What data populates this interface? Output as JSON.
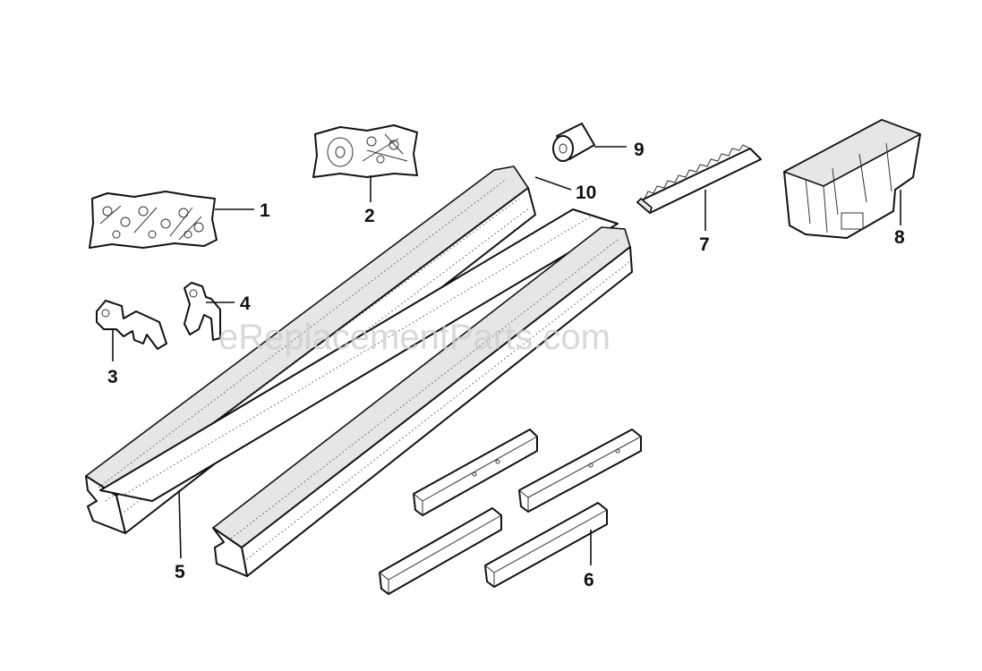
{
  "diagram": {
    "watermark": "eReplacementParts.com",
    "callouts": [
      "1",
      "2",
      "3",
      "4",
      "5",
      "6",
      "7",
      "8",
      "9",
      "10"
    ]
  }
}
